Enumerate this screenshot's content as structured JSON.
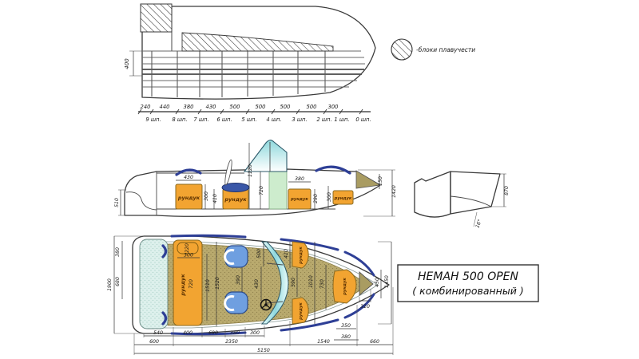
{
  "title_box": {
    "line1": "НЕМАН 500 OPEN",
    "line2": "( комбинированный )"
  },
  "legend": {
    "label": "-блоки плавучести"
  },
  "colors": {
    "hull": "#e2f3ef",
    "section": "#e8f5f1",
    "locker": "#f2a431",
    "seat": "#6f9fe0",
    "rail": "#2e3f96",
    "bow_block": "#a99c62",
    "console": "#cdeccd"
  },
  "top_view": {
    "height_dim": "400",
    "spacings": [
      "240",
      "440",
      "380",
      "430",
      "500",
      "500",
      "500",
      "500",
      "300"
    ],
    "stations": [
      "9 шп.",
      "8 шп.",
      "7 шп.",
      "6 шп.",
      "5 шп.",
      "4 шп.",
      "3 шп.",
      "2 шп.",
      "1 шп.",
      "0 шп."
    ]
  },
  "side_view": {
    "locker": "рундук",
    "d430": "430",
    "d300_left": "300",
    "d410": "410",
    "d720": "720",
    "d1120": "1120",
    "d380": "380",
    "d290": "290",
    "d300_right": "300",
    "d150": "150",
    "d1420": "1420",
    "d510": "510"
  },
  "section_view": {
    "d870": "870",
    "angle": "16°"
  },
  "plan_view": {
    "locker": "рундук",
    "d380": "380",
    "d680": "680",
    "d1900": "1900",
    "d220": "220",
    "d300": "300",
    "d720": "720",
    "d1510": "1510",
    "d1520": "1520",
    "d390": "390",
    "d500": "500",
    "d430": "430",
    "d410": "410",
    "d590": "590",
    "d1010": "1010",
    "d730": "730",
    "d310": "310",
    "d450": "450",
    "d1450": "1450"
  },
  "bottom_dims": {
    "d540": "540",
    "d400": "400",
    "d690": "690",
    "d380a": "380",
    "d300": "300",
    "d350": "350",
    "d380b": "380",
    "d600": "600",
    "d2350": "2350",
    "d1540": "1540",
    "d660": "660",
    "total": "5150"
  }
}
